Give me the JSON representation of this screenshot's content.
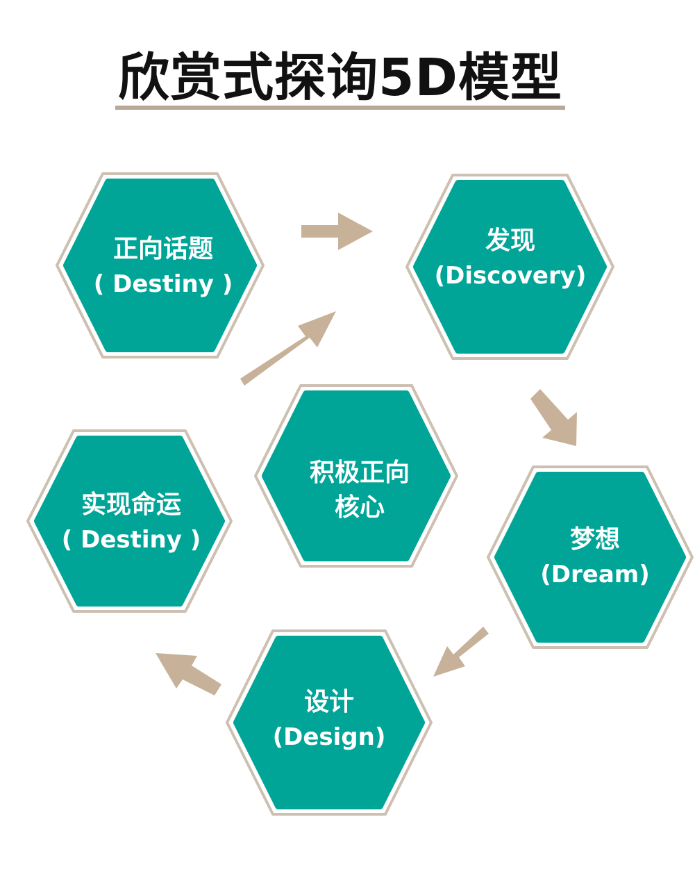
{
  "title": "欣赏式探询5D模型",
  "colors": {
    "hex_fill": "#00a598",
    "hex_outline": "#cdbfb1",
    "arrow": "#c7b299",
    "title_rule": "#b9a897"
  },
  "nodes": [
    {
      "id": "define",
      "line1": "正向话题",
      "line2": "( Destiny )"
    },
    {
      "id": "discovery",
      "line1": "发现",
      "line2": "(Discovery)"
    },
    {
      "id": "dream",
      "line1": "梦想",
      "line2": "(Dream)"
    },
    {
      "id": "design",
      "line1": "设计",
      "line2": "(Design)"
    },
    {
      "id": "destiny",
      "line1": "实现命运",
      "line2": "( Destiny )"
    },
    {
      "id": "core",
      "line1": "积极正向",
      "line2": "核心"
    }
  ]
}
